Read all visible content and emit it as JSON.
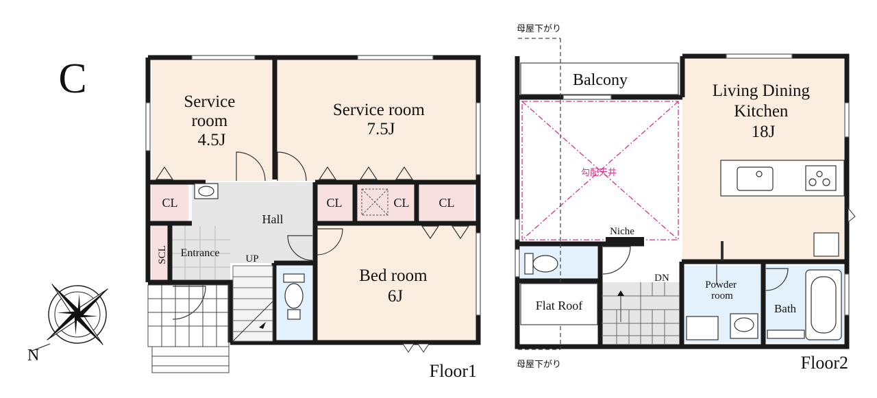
{
  "plan": {
    "type_letter": "C",
    "compass_label": "N",
    "floor1": {
      "label": "Floor1",
      "service_room_small": [
        "Service",
        "room",
        "4.5J"
      ],
      "service_room_large": [
        "Service room",
        "7.5J"
      ],
      "bed_room": [
        "Bed room",
        "6J"
      ],
      "hall": "Hall",
      "entrance": "Entrance",
      "scl": "SCL",
      "up": "UP",
      "closets": [
        "CL",
        "CL",
        "CL",
        "CL"
      ]
    },
    "floor2": {
      "label": "Floor2",
      "balcony": "Balcony",
      "ldk": [
        "Living Dining",
        "Kitchen",
        "18J"
      ],
      "sloped_ceiling": "勾配天井",
      "niche": "Niche",
      "down": "DN",
      "flat_roof": "Flat Roof",
      "powder_room": [
        "Powder",
        "room"
      ],
      "bath": "Bath",
      "roof_note_top": "母屋下がり",
      "roof_note_bottom": "母屋下がり"
    },
    "colors": {
      "wall": "#1a1a1a",
      "service_room_fill": "#fbeee0",
      "closet_fill": "#f8e0e0",
      "hall_fill": "#e6e6e6",
      "bath_fill": "#e2f1fb",
      "slope_line": "#d6338a"
    }
  }
}
